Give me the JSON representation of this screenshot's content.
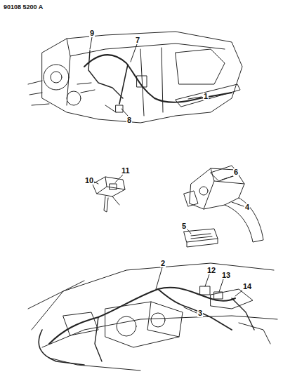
{
  "diagram": {
    "labels": [
      "90108 5200 A",
      "9",
      "7",
      "1",
      "8",
      "6",
      "11",
      "10",
      "4",
      "5",
      "2",
      "12",
      "13",
      "14",
      "3"
    ]
  }
}
